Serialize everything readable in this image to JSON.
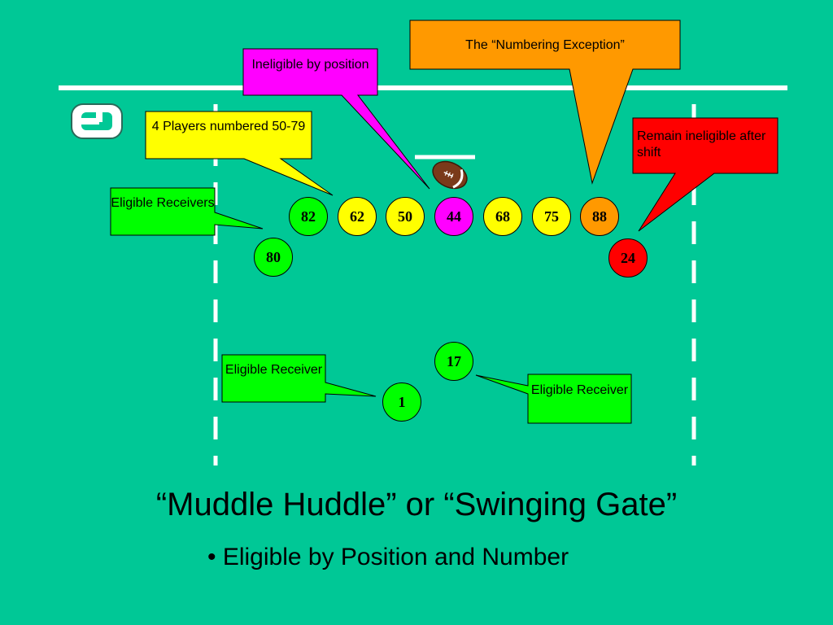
{
  "colors": {
    "field": "#00c896",
    "receiver": "#00ff00",
    "lineman": "#ffff00",
    "center": "#ff00ff",
    "exception": "#ff9900",
    "ineligible": "#ff0000"
  },
  "callouts": {
    "numbering_exception": "The “Numbering Exception”",
    "ineligible_by_position": "Ineligible by position",
    "four_players": "4 Players numbered 50-79",
    "remain_ineligible": "Remain ineligible after shift",
    "eligible_receivers": "Eligible Receivers",
    "eligible_receiver_left": "Eligible Receiver",
    "eligible_receiver_right": "Eligible Receiver"
  },
  "players": {
    "p82": "82",
    "p62": "62",
    "p50": "50",
    "p44": "44",
    "p68": "68",
    "p75": "75",
    "p88": "88",
    "p80": "80",
    "p24": "24",
    "p17": "17",
    "p1": "1"
  },
  "icons": {
    "logo": "g-logo-icon",
    "ball": "football-icon"
  },
  "title": "“Muddle Huddle” or “Swinging Gate”",
  "bullet": "• Eligible by Position and Number"
}
